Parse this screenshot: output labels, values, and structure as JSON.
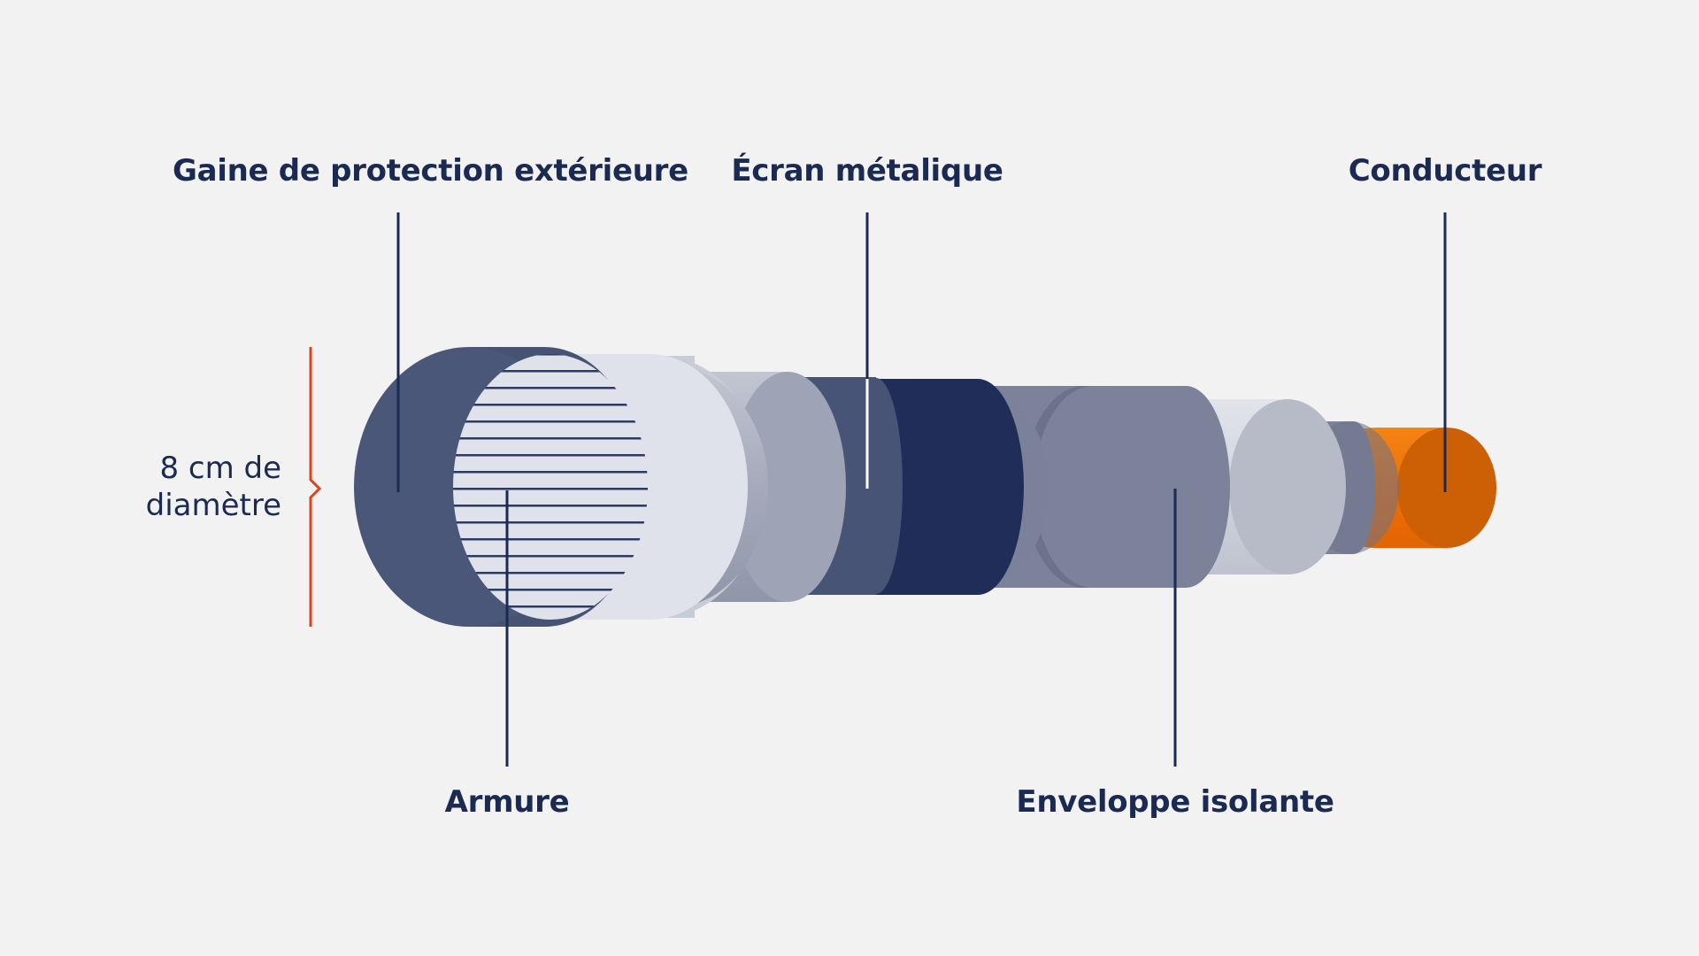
{
  "labels": {
    "outer_sheath": "Gaine de protection extérieure",
    "metal_screen": "Écran métalique",
    "conductor": "Conducteur",
    "armour": "Armure",
    "insulation": "Enveloppe isolante"
  },
  "diameter": {
    "line1": "8 cm de",
    "line2": "diamètre"
  },
  "colors": {
    "background": "#f2f2f2",
    "text": "#1b2a52",
    "leader": "#1b2a52",
    "bracket": "#d9461e",
    "conductor": "#f07209",
    "conductor_dark": "#c85f06"
  }
}
